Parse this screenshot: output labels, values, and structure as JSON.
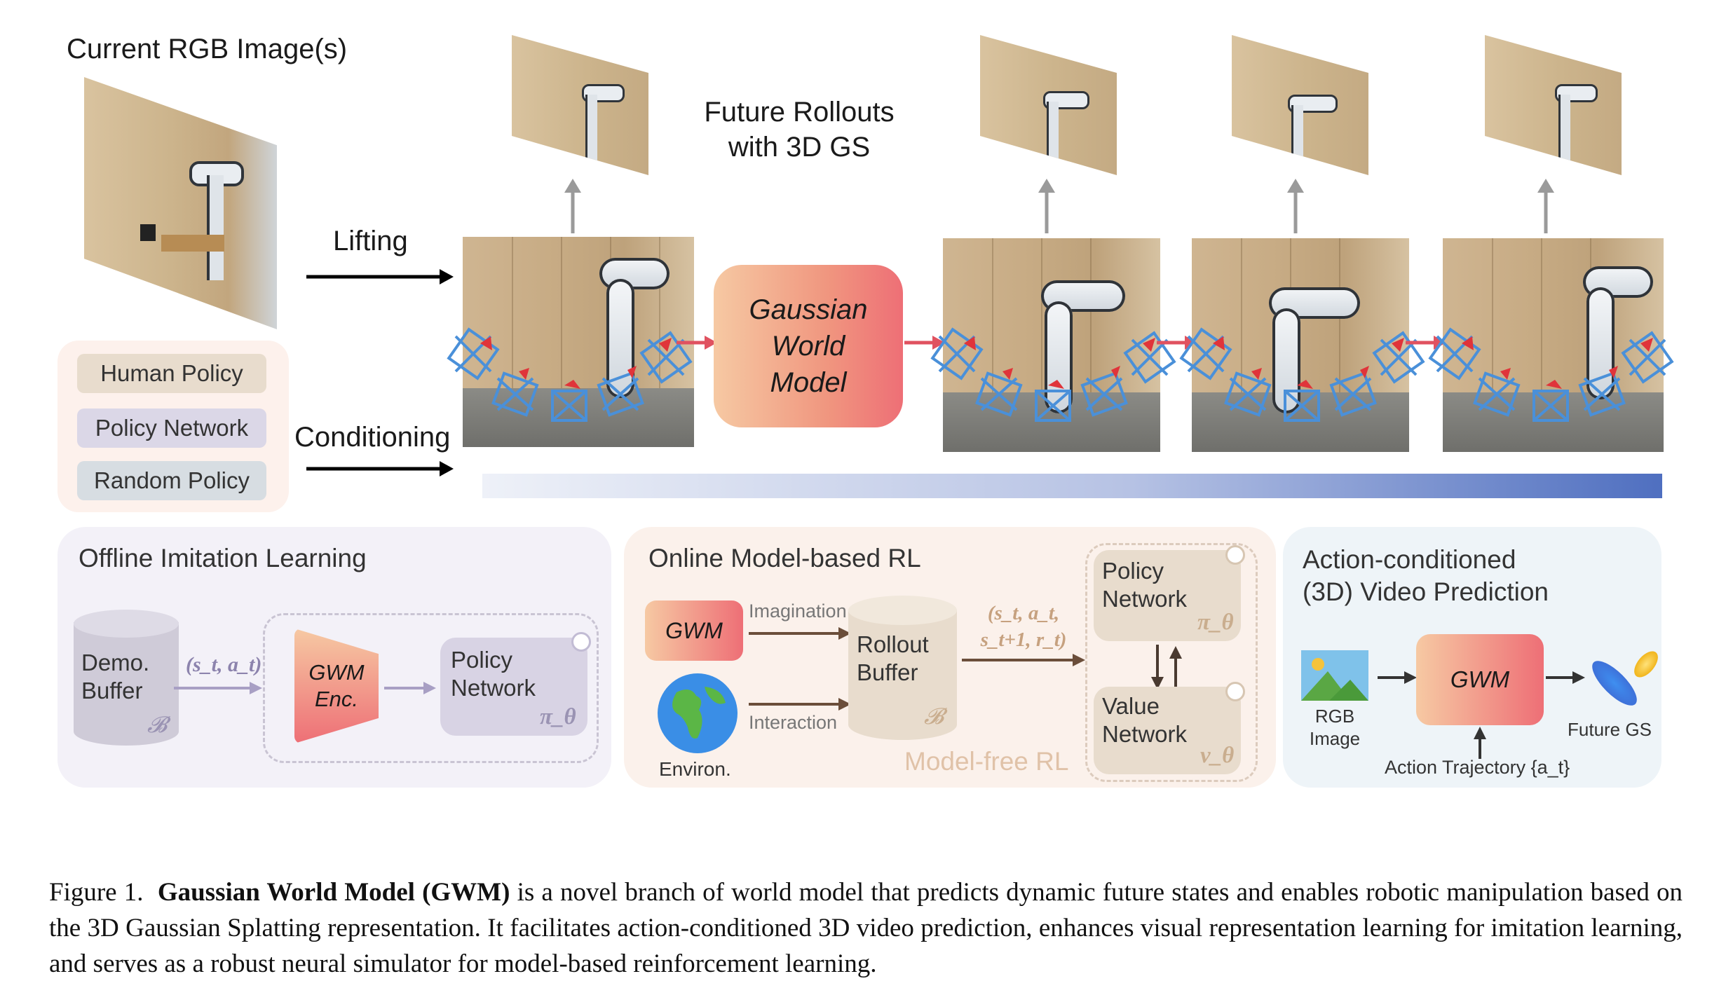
{
  "top": {
    "current_rgb_label": "Current RGB Image(s)",
    "lifting_label": "Lifting",
    "conditioning_label": "Conditioning",
    "future_rollouts_line1": "Future Rollouts",
    "future_rollouts_line2": "with 3D GS",
    "gwm_box_line1": "Gaussian",
    "gwm_box_line2": "World",
    "gwm_box_line3": "Model",
    "policies": [
      "Human Policy",
      "Policy Network",
      "Random Policy"
    ]
  },
  "panels": {
    "offline": {
      "title": "Offline Imitation Learning",
      "buffer_line1": "Demo.",
      "buffer_line2": "Buffer",
      "buffer_symbol": "𝓑",
      "tuple": "(s_t, a_t)",
      "encoder_line1": "GWM",
      "encoder_line2": "Enc.",
      "policy_line1": "Policy",
      "policy_line2": "Network",
      "policy_symbol": "π_θ"
    },
    "online": {
      "title": "Online Model-based RL",
      "gwm_label": "GWM",
      "imagination_label": "Imagination",
      "interaction_label": "Interaction",
      "environ_label": "Environ.",
      "buffer_line1": "Rollout",
      "buffer_line2": "Buffer",
      "buffer_symbol": "𝓑",
      "tuple_line1": "(s_t, a_t,",
      "tuple_line2": "s_t+1, r_t)",
      "policy_line1": "Policy",
      "policy_line2": "Network",
      "policy_symbol": "π_θ",
      "value_line1": "Value",
      "value_line2": "Network",
      "value_symbol": "v_θ",
      "model_free_label": "Model-free RL"
    },
    "video": {
      "title_line1": "Action-conditioned",
      "title_line2": "(3D) Video Prediction",
      "rgb_line1": "RGB",
      "rgb_line2": "Image",
      "gwm_label": "GWM",
      "future_gs_label": "Future GS",
      "trajectory_label": "Action Trajectory {a_t}"
    }
  },
  "caption": {
    "figure_label": "Figure 1.",
    "bold_title": "Gaussian World Model (GWM)",
    "text": "is a novel branch of world model that predicts dynamic future states and enables robotic manipulation based on the 3D Gaussian Splatting representation. It facilitates action-conditioned 3D video prediction, enhances visual representation learning for imitation learning, and serves as a robust neural simulator for model-based reinforcement learning."
  },
  "colors": {
    "red_arrow": "#e05260",
    "camera_blue": "#4a90d9",
    "gwm_gradient_start": "#f6c9a3",
    "gwm_gradient_end": "#ee6f76",
    "progress_end": "#4f6fc0",
    "offline_bg": "#f3f1f8",
    "online_bg": "#fbf1eb",
    "video_bg": "#eef4f8"
  }
}
